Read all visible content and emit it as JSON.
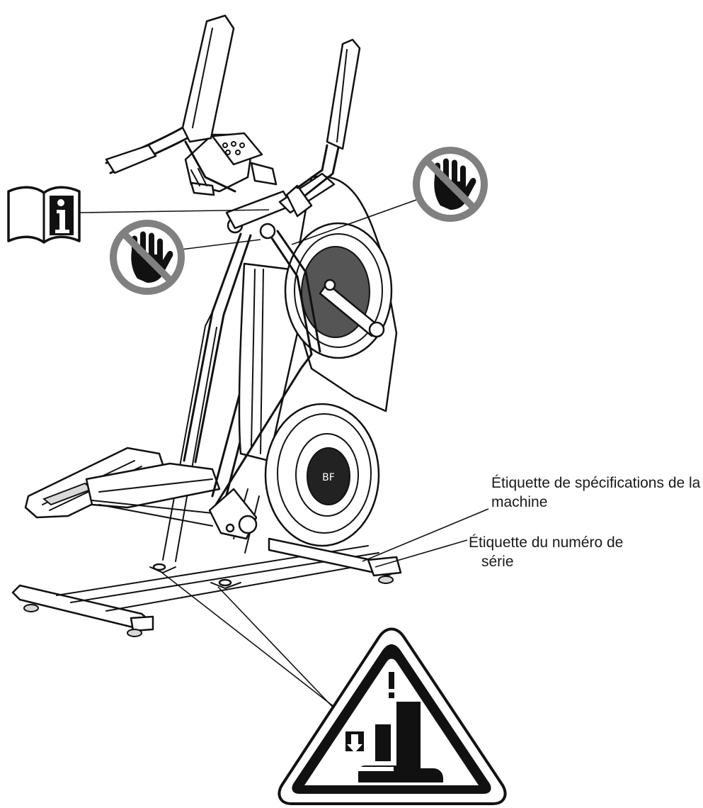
{
  "labels": {
    "spec_label_line1": "Étiquette de spécifications de la",
    "spec_label_line2": "machine",
    "serial_label_line1": "Étiquette du numéro de",
    "serial_label_line2": "série"
  },
  "icons": {
    "manual": "read-manual-icon",
    "no_touch": "no-hand-icon",
    "crush_warning": "foot-crush-warning-icon"
  },
  "colors": {
    "line": "#111111",
    "prohibition_ring": "#808080",
    "background": "#ffffff"
  }
}
